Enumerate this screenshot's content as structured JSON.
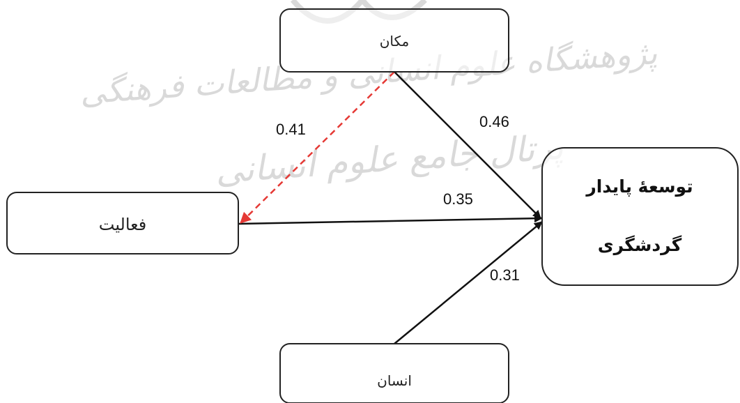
{
  "colors": {
    "edge_main": "#111111",
    "edge_dashed": "#e53935",
    "node_border": "#222222",
    "watermark": "#d9d9d9",
    "background": "#ffffff"
  },
  "watermark": {
    "line1": "پژوهشگاه علوم انسانی و مطالعات فرهنگی",
    "line2": "پرتال جامع علوم انسانی"
  },
  "nodes": {
    "makan": {
      "label": "مکان"
    },
    "faaliyat": {
      "label": "فعالیت"
    },
    "ensan": {
      "label": "انسان"
    },
    "target": {
      "line1": "توسعهٔ پایدار",
      "line2": "گردشگری"
    }
  },
  "edges": [
    {
      "from": "مکان",
      "to": "توسعهٔ پایدار گردشگری",
      "weight": "0.46",
      "style": "solid"
    },
    {
      "from": "فعالیت",
      "to": "توسعهٔ پایدار گردشگری",
      "weight": "0.35",
      "style": "solid"
    },
    {
      "from": "انسان",
      "to": "توسعهٔ پایدار گردشگری",
      "weight": "0.31",
      "style": "solid"
    },
    {
      "from": "مکان",
      "to": "فعالیت",
      "weight": "0.41",
      "style": "dashed"
    }
  ]
}
